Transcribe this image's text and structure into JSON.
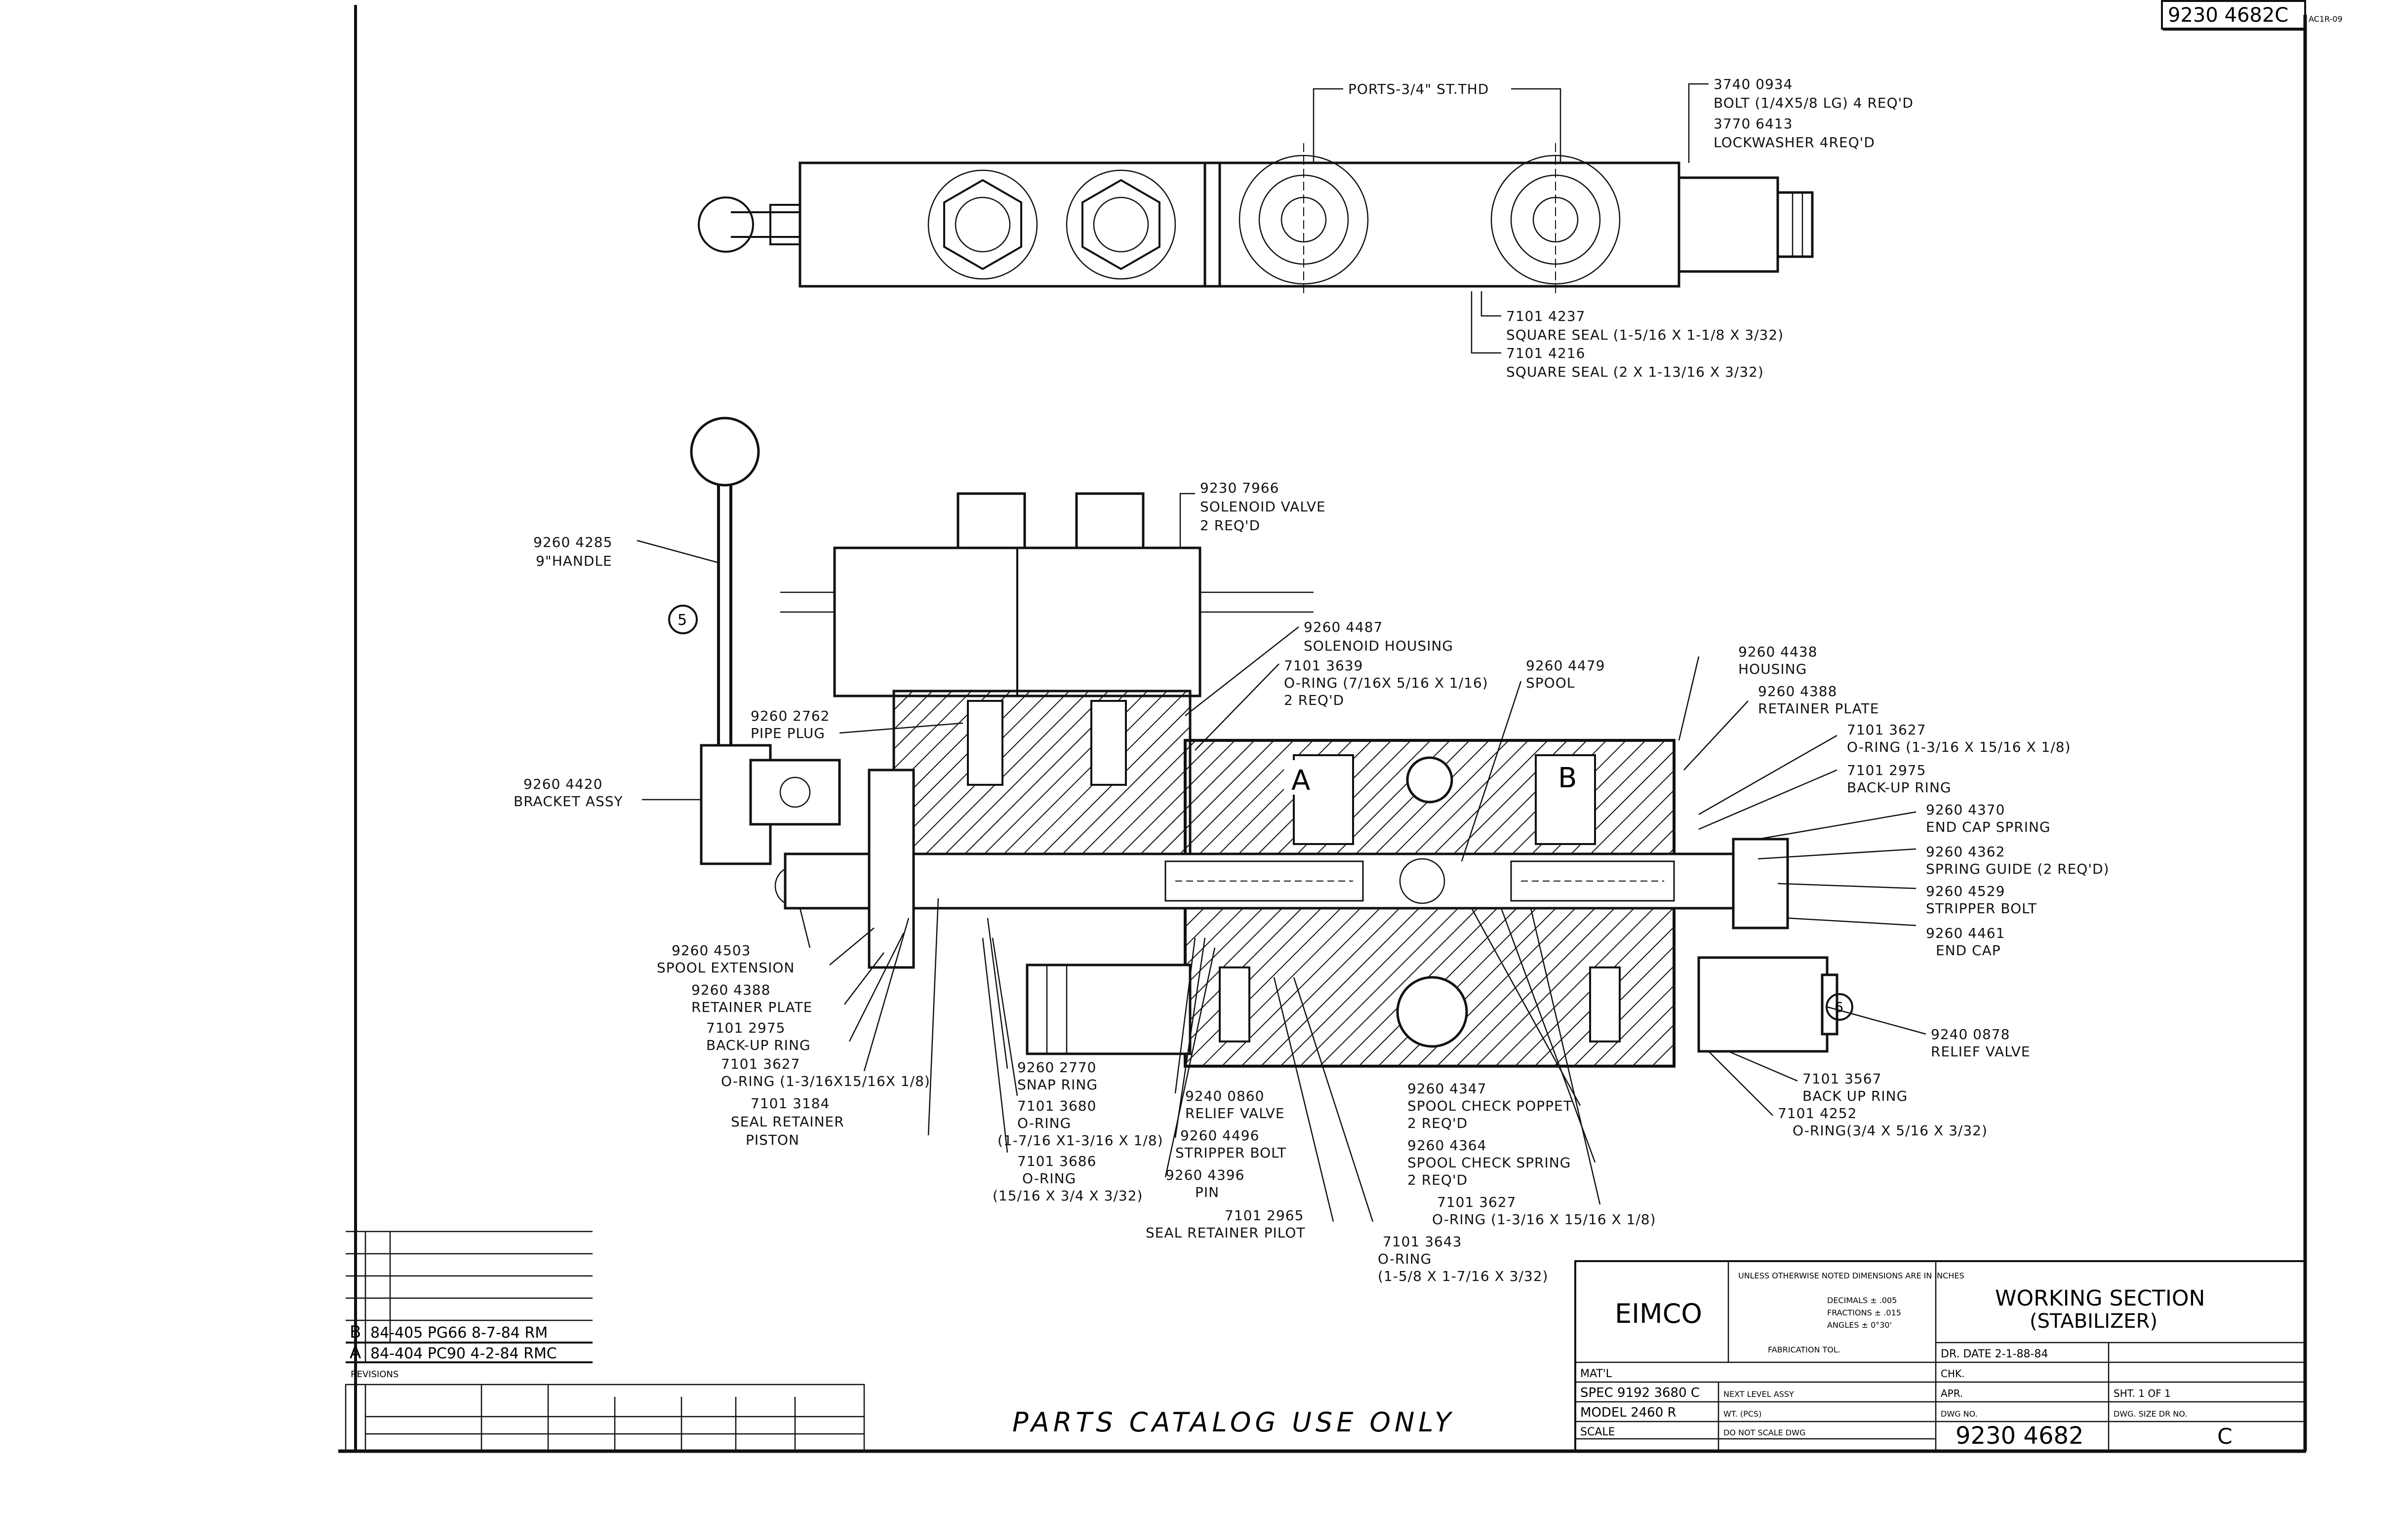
{
  "corner_number": "9230 4682C",
  "corner_small": "AC1R-09",
  "top_view": {
    "callouts": [
      {
        "id": "ports",
        "text": [
          "PORTS-3/4\" ST.THD"
        ]
      },
      {
        "id": "bolt",
        "text": [
          "3740 0934",
          "BOLT (1/4X5/8 LG) 4 REQ'D",
          "3770 6413",
          "LOCKWASHER  4REQ'D"
        ]
      },
      {
        "id": "sqseal1",
        "text": [
          "7101 4237",
          "SQUARE SEAL (1-5/16 X 1-1/8 X 3/32)"
        ]
      },
      {
        "id": "sqseal2",
        "text": [
          "7101 4216",
          "SQUARE SEAL (2 X 1-13/16 X 3/32)"
        ]
      }
    ]
  },
  "section_view": {
    "port_a": "A",
    "port_b": "B",
    "note_markers": [
      "5",
      "6"
    ],
    "callouts": [
      {
        "id": "handle",
        "text": [
          "9260 4285",
          "9\"HANDLE"
        ]
      },
      {
        "id": "solenoid",
        "text": [
          "9230 7966",
          "SOLENOID VALVE",
          "2 REQ'D"
        ]
      },
      {
        "id": "sol_housing",
        "text": [
          "9260 4487",
          "SOLENOID HOUSING"
        ]
      },
      {
        "id": "oring1",
        "text": [
          "7101 3639",
          "O-RING (7/16X 5/16 X 1/16)",
          "2 REQ'D"
        ]
      },
      {
        "id": "spool",
        "text": [
          "9260 4479",
          "SPOOL"
        ]
      },
      {
        "id": "housing",
        "text": [
          "9260 4438",
          "HOUSING"
        ]
      },
      {
        "id": "ret_plate_r",
        "text": [
          "9260 4388",
          "RETAINER PLATE"
        ]
      },
      {
        "id": "pipe_plug",
        "text": [
          "9260 2762",
          "PIPE PLUG"
        ]
      },
      {
        "id": "oring_r",
        "text": [
          "7101 3627",
          "O-RING (1-3/16 X 15/16 X 1/8)"
        ]
      },
      {
        "id": "backup_r",
        "text": [
          "7101 2975",
          "BACK-UP RING"
        ]
      },
      {
        "id": "bracket",
        "text": [
          "9260 4420",
          "BRACKET ASSY"
        ]
      },
      {
        "id": "endcap_spring",
        "text": [
          "9260 4370",
          "END CAP SPRING"
        ]
      },
      {
        "id": "spring_guide",
        "text": [
          "9260 4362",
          "SPRING GUIDE (2 REQ'D)"
        ]
      },
      {
        "id": "stripper_bolt_r",
        "text": [
          "9260 4529",
          "STRIPPER BOLT"
        ]
      },
      {
        "id": "end_cap",
        "text": [
          "9260 4461",
          "END CAP"
        ]
      },
      {
        "id": "spool_ext",
        "text": [
          "9260 4503",
          "SPOOL EXTENSION"
        ]
      },
      {
        "id": "ret_plate_l",
        "text": [
          "9260 4388",
          "RETAINER PLATE"
        ]
      },
      {
        "id": "backup_l",
        "text": [
          "7101 2975",
          "BACK-UP RING"
        ]
      },
      {
        "id": "oring_l",
        "text": [
          "7101 3627",
          "O-RING (1-3/16X15/16X 1/8)"
        ]
      },
      {
        "id": "seal_ret_piston",
        "text": [
          "7101 3184",
          "SEAL RETAINER",
          "PISTON"
        ]
      },
      {
        "id": "snap_ring",
        "text": [
          "9260 2770",
          "SNAP RING"
        ]
      },
      {
        "id": "oring_3680",
        "text": [
          "7101 3680",
          "O-RING",
          "(1-7/16 X1-3/16 X 1/8)"
        ]
      },
      {
        "id": "oring_3686",
        "text": [
          "7101 3686",
          "O-RING",
          "(15/16 X 3/4 X 3/32)"
        ]
      },
      {
        "id": "relief_valve_c",
        "text": [
          "9240 0860",
          "RELIEF VALVE"
        ]
      },
      {
        "id": "stripper_bolt_c",
        "text": [
          "9260 4496",
          "STRIPPER BOLT"
        ]
      },
      {
        "id": "pin",
        "text": [
          "9260 4396",
          "PIN"
        ]
      },
      {
        "id": "seal_ret_pilot",
        "text": [
          "7101 2965",
          "SEAL RETAINER PILOT"
        ]
      },
      {
        "id": "oring_3643",
        "text": [
          "7101 3643",
          "O-RING",
          "(1-5/8 X 1-7/16 X 3/32)"
        ]
      },
      {
        "id": "check_poppet",
        "text": [
          "9260 4347",
          "SPOOL CHECK POPPET",
          "2 REQ'D"
        ]
      },
      {
        "id": "check_spring",
        "text": [
          "9260 4364",
          "SPOOL CHECK SPRING",
          "2 REQ'D"
        ]
      },
      {
        "id": "oring_3627b",
        "text": [
          "7101 3627",
          "O-RING (1-3/16 X 15/16 X 1/8)"
        ]
      },
      {
        "id": "relief_valve_r",
        "text": [
          "9240 0878",
          "RELIEF VALVE"
        ]
      },
      {
        "id": "backup_3567",
        "text": [
          "7101 3567",
          "BACK UP RING"
        ]
      },
      {
        "id": "oring_4252",
        "text": [
          "7101 4252",
          "O-RING(3/4 X 5/16 X 3/32)"
        ]
      }
    ]
  },
  "revisions": [
    {
      "letter": "B",
      "text": "84-405  PG66  8-7-84 RM"
    },
    {
      "letter": "A",
      "text": "84-404  PC90  4-2-84  RMC"
    }
  ],
  "revision_header": "REVISIONS",
  "parts_catalog": "PARTS CATALOG USE ONLY",
  "title_block": {
    "company": "EIMCO",
    "title_line1": "WORKING SECTION",
    "title_line2": "(STABILIZER)",
    "tolerance_header": "UNLESS OTHERWISE NOTED DIMENSIONS ARE IN INCHES",
    "tolerance_rows": [
      "DECIMALS ± .005",
      "FRACTIONS ± .015",
      "ANGLES ± 0°30'"
    ],
    "fabrication_tol": "FABRICATION TOL.",
    "matl": "MAT'L",
    "spec": "SPEC 9192 3680 C",
    "next_level": "NEXT LEVEL ASSY",
    "model": "MODEL 2460 R",
    "wt": "WT. (PCS)",
    "scale": "SCALE",
    "do_not_scale": "DO NOT SCALE DWG",
    "dr_date": "DR. DATE 2-1-88-84",
    "chk": "CHK.",
    "apr": "APR.",
    "sheet": "SHT. 1 OF 1",
    "dwg_no_label": "DWG NO.",
    "dwg_no": "9230 4682",
    "rev_label": "DWG. SIZE DR NO.",
    "rev": "C"
  }
}
